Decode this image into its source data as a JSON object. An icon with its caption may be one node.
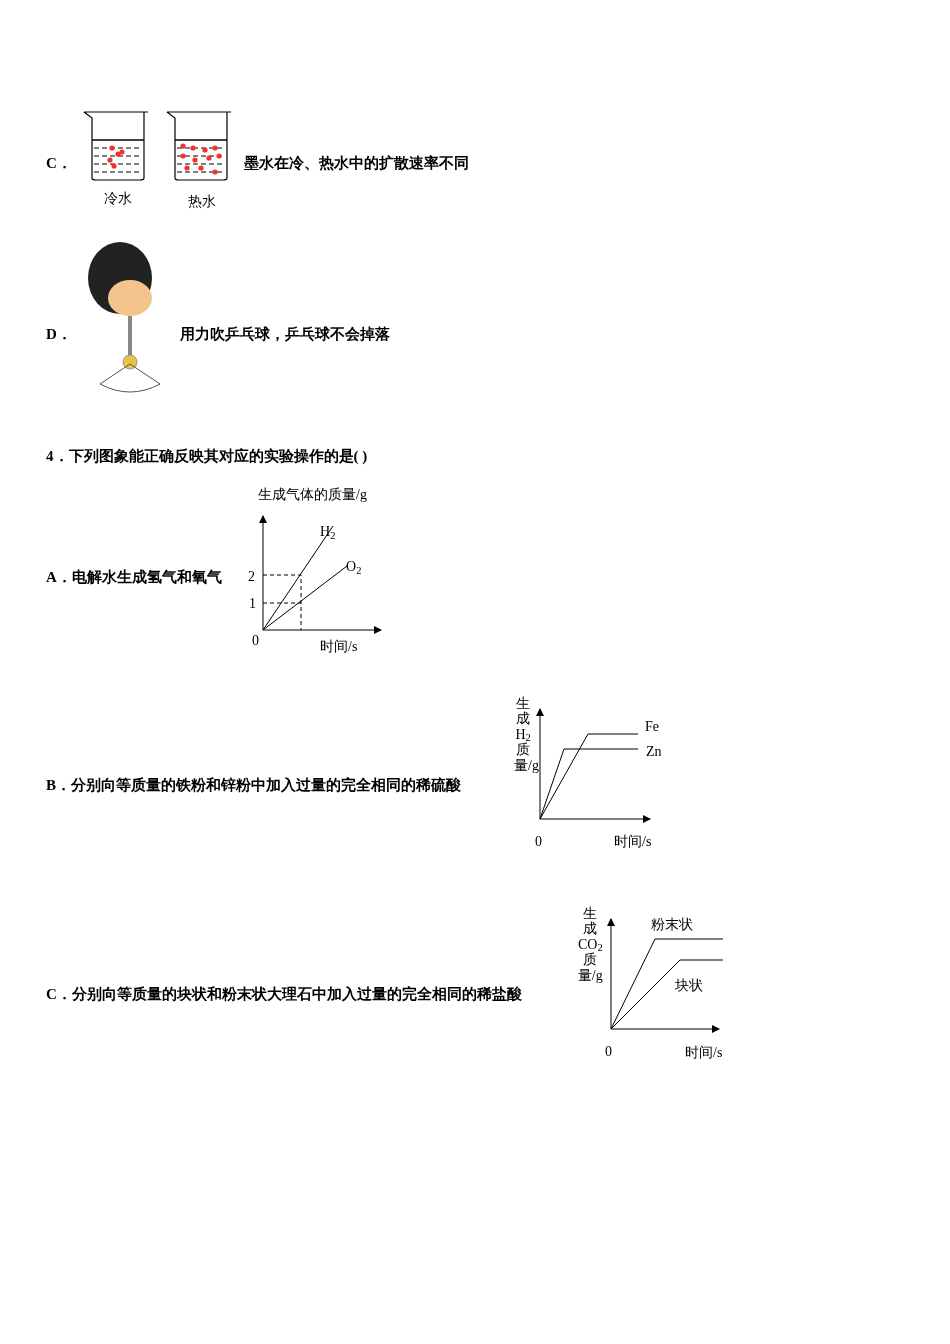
{
  "diagram": {
    "labels": [
      "C．",
      "冷水",
      "热水",
      "墨水在冷、热水中的扩散速率不同",
      "D．",
      "用力吹乒乓球，乒乓球不会掉落",
      "4．下列图象能正确反映其对应的实验操作的是( )",
      "A．电解水生成氢气和氧气",
      "生成气体的质量/g",
      "H$_{2}$",
      "O$_{2}$",
      "2",
      "1",
      "0",
      "时间/s",
      "B．分别向等质量的铁粉和锌粉中加入过量的完全相同的稀硫酸",
      "生成H$_{2}$质量/g",
      "Fe",
      "Zn",
      "0",
      "时间/s",
      "C．分别向等质量的块状和粉末状大理石中加入过量的完全相同的稀盐酸",
      "生成CO$_{2}$质量/g",
      "粉末状",
      "块状",
      "0",
      "时间/s"
    ]
  }
}
